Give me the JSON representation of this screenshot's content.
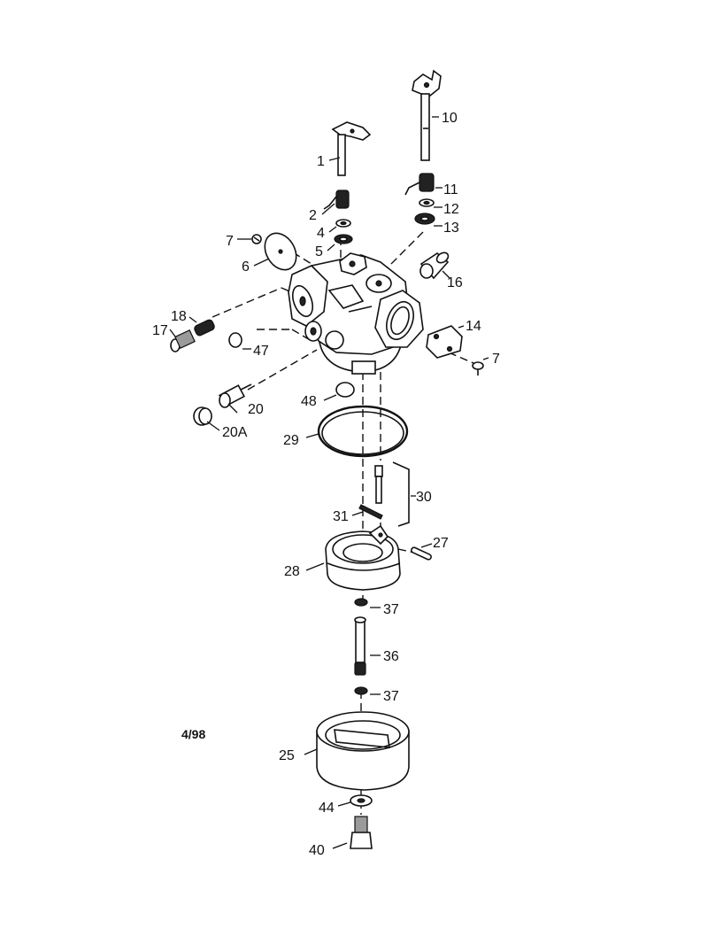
{
  "diagram": {
    "date_code": "4/98",
    "callouts": [
      {
        "id": "c1",
        "label": "1"
      },
      {
        "id": "c2",
        "label": "2"
      },
      {
        "id": "c4",
        "label": "4"
      },
      {
        "id": "c5",
        "label": "5"
      },
      {
        "id": "c6",
        "label": "6"
      },
      {
        "id": "c7a",
        "label": "7"
      },
      {
        "id": "c7b",
        "label": "7"
      },
      {
        "id": "c10",
        "label": "10"
      },
      {
        "id": "c11",
        "label": "11"
      },
      {
        "id": "c12",
        "label": "12"
      },
      {
        "id": "c13",
        "label": "13"
      },
      {
        "id": "c14",
        "label": "14"
      },
      {
        "id": "c16",
        "label": "16"
      },
      {
        "id": "c17",
        "label": "17"
      },
      {
        "id": "c18",
        "label": "18"
      },
      {
        "id": "c20",
        "label": "20"
      },
      {
        "id": "c20a",
        "label": "20A"
      },
      {
        "id": "c25",
        "label": "25"
      },
      {
        "id": "c27",
        "label": "27"
      },
      {
        "id": "c28",
        "label": "28"
      },
      {
        "id": "c29",
        "label": "29"
      },
      {
        "id": "c30",
        "label": "30"
      },
      {
        "id": "c31",
        "label": "31"
      },
      {
        "id": "c36",
        "label": "36"
      },
      {
        "id": "c37a",
        "label": "37"
      },
      {
        "id": "c37b",
        "label": "37"
      },
      {
        "id": "c40",
        "label": "40"
      },
      {
        "id": "c44",
        "label": "44"
      },
      {
        "id": "c47",
        "label": "47"
      },
      {
        "id": "c48",
        "label": "48"
      }
    ]
  }
}
